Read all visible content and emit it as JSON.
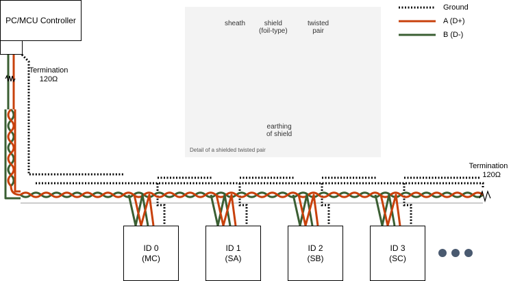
{
  "controller": {
    "title": "PC/MCU Controller"
  },
  "termination_left": {
    "line1": "Termination",
    "line2": "120Ω"
  },
  "termination_right": {
    "line1": "Termination",
    "line2": "120Ω"
  },
  "legend": {
    "items": [
      {
        "label": "Ground",
        "color": "#000000",
        "style": "dotted"
      },
      {
        "label": "A (D+)",
        "color": "#c8410c",
        "style": "solid"
      },
      {
        "label": "B (D-)",
        "color": "#3a5e32",
        "style": "solid"
      }
    ]
  },
  "cable_detail": {
    "sheath": "sheath",
    "shield": "shield",
    "shield_type": "(foil-type)",
    "twisted": "twisted",
    "pair": "pair",
    "earthing": "earthing",
    "of_shield": "of shield",
    "caption": "Detail of a shielded twisted pair"
  },
  "devices": [
    {
      "id": "ID 0",
      "role": "(MC)"
    },
    {
      "id": "ID 1",
      "role": "(SA)"
    },
    {
      "id": "ID 2",
      "role": "(SB)"
    },
    {
      "id": "ID 3",
      "role": "(SC)"
    }
  ],
  "colors": {
    "a_line": "#c8410c",
    "b_line": "#3a5e32",
    "ground": "#000000",
    "more_dots": "#4a5a70"
  }
}
